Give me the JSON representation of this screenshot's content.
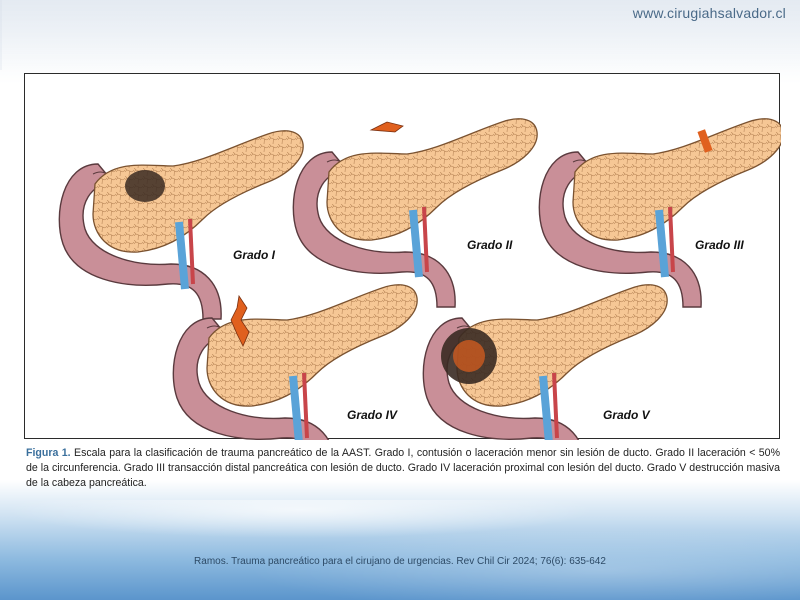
{
  "header": {
    "site_url": "www.cirugiahsalvador.cl"
  },
  "figure": {
    "panels": [
      {
        "grade": "Grado I"
      },
      {
        "grade": "Grado II"
      },
      {
        "grade": "Grado III"
      },
      {
        "grade": "Grado IV"
      },
      {
        "grade": "Grado V"
      }
    ],
    "caption_label": "Figura 1.",
    "caption_text": " Escala para la clasificación de trauma pancreático de la AAST. Grado I, contusión o laceración menor sin lesión de ducto. Grado II laceración < 50% de la circunferencia. Grado III transacción distal pancreática con lesión de ducto. Grado IV laceración proximal con lesión del ducto. Grado V destrucción masiva de la cabeza pancreática."
  },
  "footer": {
    "citation": "Ramos. Trauma pancreático para el cirujano de urgencias. Rev Chil Cir 2024; 76(6): 635-642"
  },
  "colors": {
    "pancreas": "#f6c795",
    "duodenum": "#c98f98",
    "injury_orange": "#e0601e",
    "injury_dark": "#3a2a22",
    "vein": "#5aa3d8",
    "artery": "#c8454a"
  }
}
